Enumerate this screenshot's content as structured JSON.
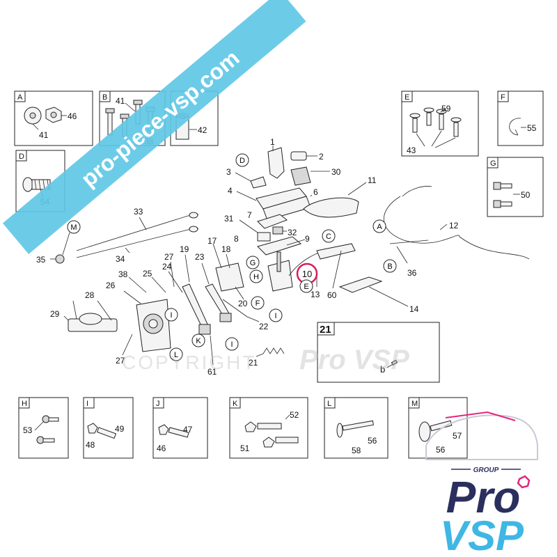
{
  "watermark": {
    "url": "pro-piece-vsp.com",
    "copyright": "COPYRIGHT",
    "brand": "Pro VSP",
    "color": "#5fc8e6"
  },
  "logo": {
    "group": "GROUP",
    "line1": "Pro",
    "line2": "VSP",
    "navy": "#2b2f5e",
    "cyan": "#3fb7e4",
    "pink": "#e4267a"
  },
  "highlight": {
    "label": "10",
    "color": "#d81b60"
  },
  "detail_boxes": {
    "A": {
      "letter": "A",
      "parts": [
        "46",
        "41"
      ]
    },
    "B": {
      "letter": "B",
      "parts": [
        "41",
        "38"
      ]
    },
    "C": {
      "parts": [
        "42"
      ]
    },
    "D": {
      "letter": "D",
      "parts": [
        "54"
      ]
    },
    "E": {
      "letter": "E",
      "parts": [
        "59",
        "43"
      ]
    },
    "F": {
      "letter": "F",
      "parts": [
        "55"
      ]
    },
    "G": {
      "letter": "G",
      "parts": [
        "50"
      ]
    },
    "H": {
      "letter": "H",
      "parts": [
        "53"
      ]
    },
    "I": {
      "letter": "I",
      "parts": [
        "49",
        "48"
      ]
    },
    "J": {
      "letter": "J",
      "parts": [
        "47",
        "46"
      ]
    },
    "K": {
      "letter": "K",
      "parts": [
        "52",
        "51"
      ]
    },
    "L": {
      "letter": "L",
      "parts": [
        "56",
        "58"
      ]
    },
    "M": {
      "letter": "M",
      "parts": [
        "57",
        "56"
      ]
    },
    "box21": {
      "number": "21",
      "part": "b"
    }
  },
  "callouts": {
    "n1": "1",
    "n2": "2",
    "n3": "3",
    "n4": "4",
    "n6": "6",
    "n7": "7",
    "n8": "8",
    "n9": "9",
    "n11": "11",
    "n12": "12",
    "n13": "13",
    "n14": "14",
    "n17": "17",
    "n18": "18",
    "n19": "19",
    "n20": "20",
    "n21": "21",
    "n22": "22",
    "n23": "23",
    "n24": "24",
    "n25": "25",
    "n26": "26",
    "n27a": "27",
    "n27b": "27",
    "n28": "28",
    "n29": "29",
    "n30": "30",
    "n31": "31",
    "n32": "32",
    "n33": "33",
    "n34": "34",
    "n35": "35",
    "n36": "36",
    "n38": "38",
    "n60": "60",
    "n61": "61"
  },
  "circle_letters": {
    "D": "D",
    "M": "M",
    "G": "G",
    "H": "H",
    "F": "F",
    "E": "E",
    "C": "C",
    "A": "A",
    "B": "B",
    "I1": "I",
    "I2": "I",
    "I3": "I",
    "K": "K",
    "L": "L"
  }
}
